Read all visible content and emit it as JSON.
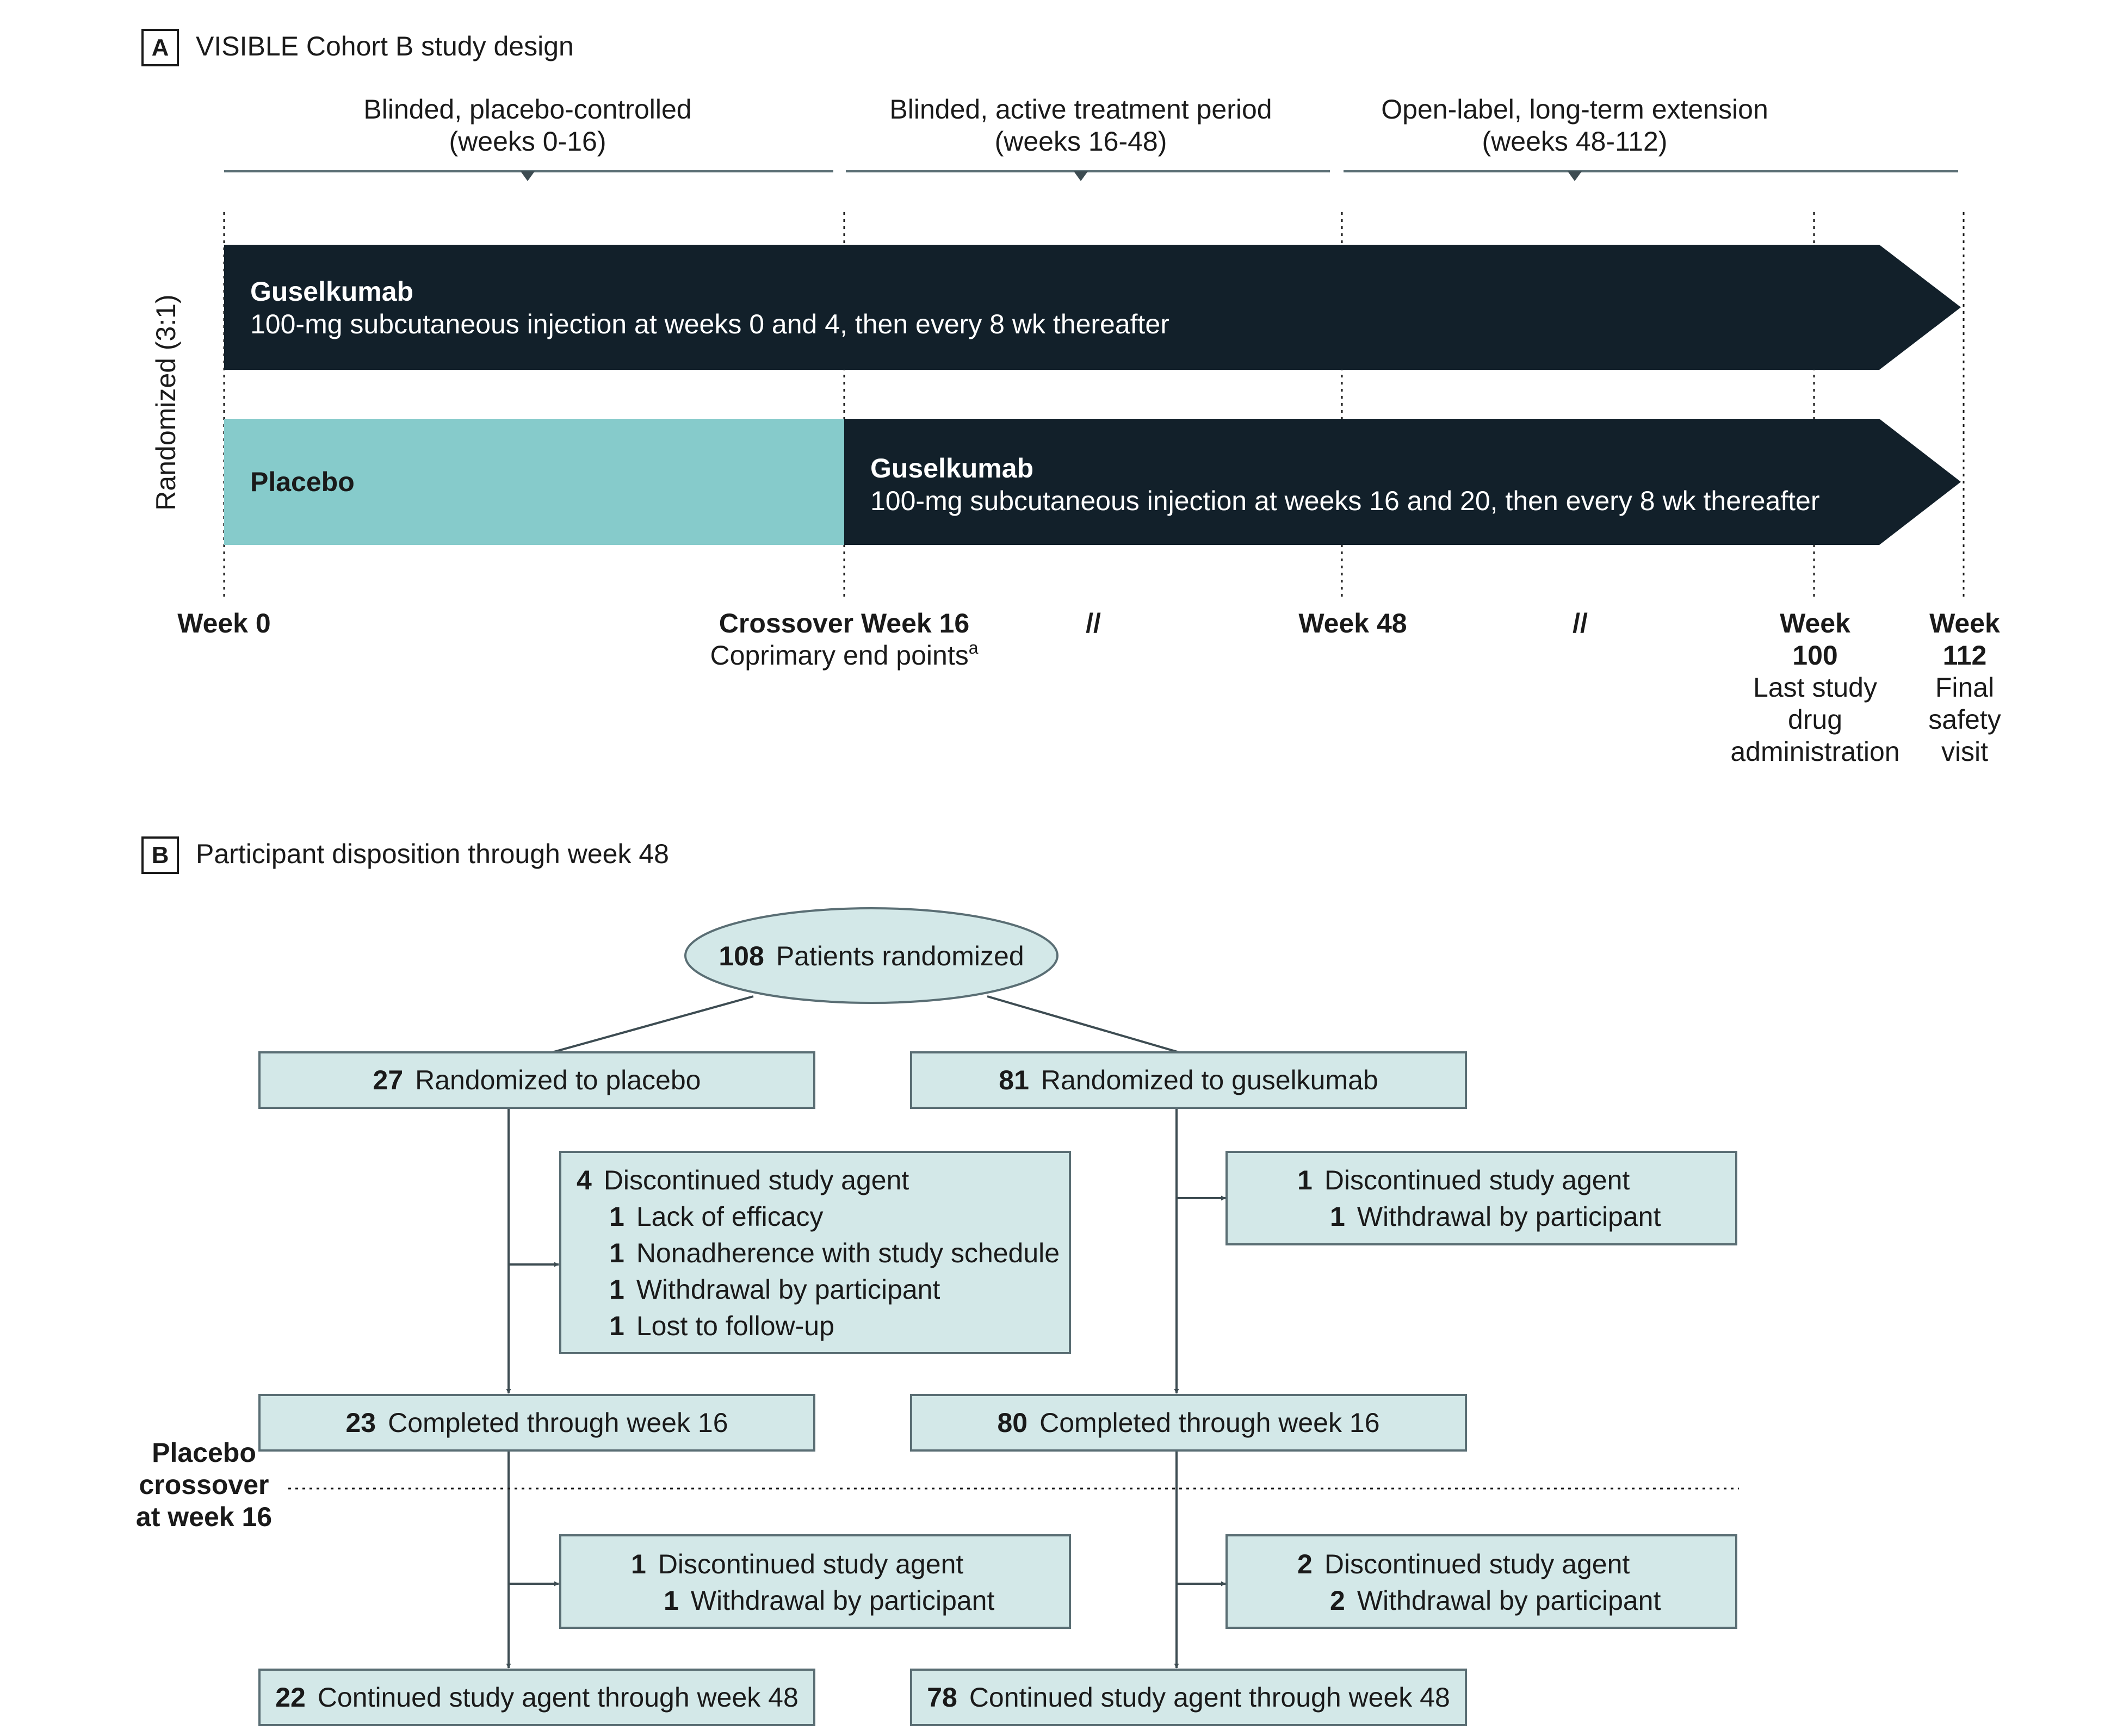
{
  "colors": {
    "dark_bar": "#12202a",
    "placebo_bar": "#86cbcb",
    "box_fill": "#d3e8e8",
    "box_stroke": "#5a6e74",
    "line": "#3d4c52"
  },
  "panel_a": {
    "label": "A",
    "title": "VISIBLE Cohort B study design",
    "periods": [
      {
        "line1": "Blinded, placebo-controlled",
        "line2": "(weeks 0-16)"
      },
      {
        "line1": "Blinded, active treatment period",
        "line2": "(weeks 16-48)"
      },
      {
        "line1": "Open-label, long-term extension",
        "line2": "(weeks 48-112)"
      }
    ],
    "randomized_label": "Randomized (3:1)",
    "bar1": {
      "name": "Guselkumab",
      "desc": "100-mg subcutaneous injection at weeks 0 and 4, then every 8 wk thereafter"
    },
    "placebo": {
      "name": "Placebo"
    },
    "bar2": {
      "name": "Guselkumab",
      "desc": "100-mg subcutaneous injection at weeks 16 and 20, then every 8 wk thereafter"
    },
    "timepoints": {
      "week0": "Week 0",
      "week16": "Crossover Week 16",
      "week16_sub": "Coprimary end points",
      "week16_sup": "a",
      "break1": "//",
      "week48": "Week 48",
      "break2": "//",
      "week100_a": "Week",
      "week100_b": "100",
      "week100_sub": [
        "Last study",
        "drug",
        "administration"
      ],
      "week112_a": "Week",
      "week112_b": "112",
      "week112_sub": [
        "Final",
        "safety",
        "visit"
      ]
    }
  },
  "panel_b": {
    "label": "B",
    "title": "Participant disposition through week 48",
    "randomized": {
      "n": "108",
      "text": "Patients randomized"
    },
    "placebo_arm": {
      "n": "27",
      "text": "Randomized to placebo"
    },
    "gus_arm": {
      "n": "81",
      "text": "Randomized to guselkumab"
    },
    "placebo_disc1": {
      "n": "4",
      "text": "Discontinued study agent",
      "reasons": [
        {
          "n": "1",
          "text": "Lack of efficacy"
        },
        {
          "n": "1",
          "text": "Nonadherence with study schedule"
        },
        {
          "n": "1",
          "text": "Withdrawal by participant"
        },
        {
          "n": "1",
          "text": "Lost to follow-up"
        }
      ]
    },
    "gus_disc1": {
      "n": "1",
      "text": "Discontinued study agent",
      "reasons": [
        {
          "n": "1",
          "text": "Withdrawal by participant"
        }
      ]
    },
    "placebo_wk16": {
      "n": "23",
      "text": "Completed through week 16"
    },
    "gus_wk16": {
      "n": "80",
      "text": "Completed through week 16"
    },
    "crossover_label": [
      "Placebo",
      "crossover",
      "at week 16"
    ],
    "placebo_disc2": {
      "n": "1",
      "text": "Discontinued study agent",
      "reasons": [
        {
          "n": "1",
          "text": "Withdrawal by participant"
        }
      ]
    },
    "gus_disc2": {
      "n": "2",
      "text": "Discontinued study agent",
      "reasons": [
        {
          "n": "2",
          "text": "Withdrawal by participant"
        }
      ]
    },
    "placebo_wk48": {
      "n": "22",
      "text": "Continued study agent through week 48"
    },
    "gus_wk48": {
      "n": "78",
      "text": "Continued study agent through week 48"
    }
  }
}
